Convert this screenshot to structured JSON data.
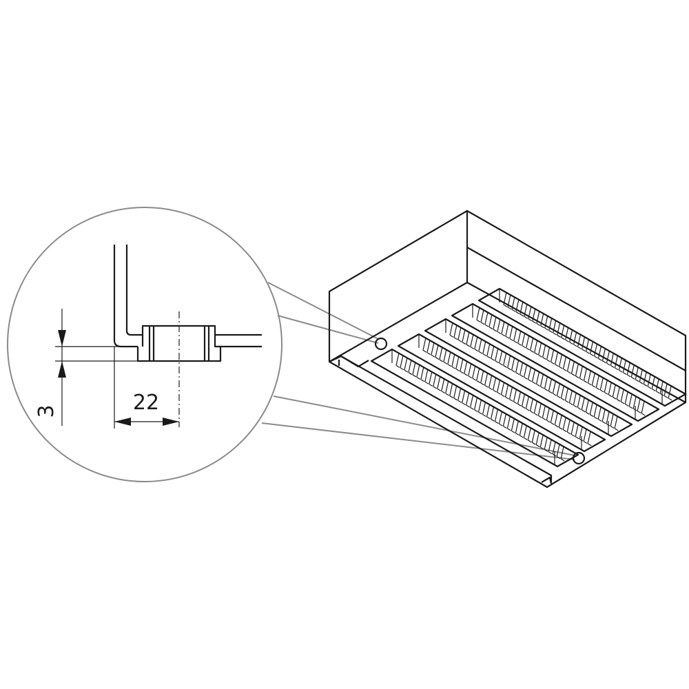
{
  "detail": {
    "height_dimension": "3",
    "width_dimension": "22"
  },
  "colors": {
    "line": "#1a1a1a",
    "leader": "#8a8a8a",
    "background": "#ffffff"
  },
  "housing": {
    "slot_count": 5
  }
}
